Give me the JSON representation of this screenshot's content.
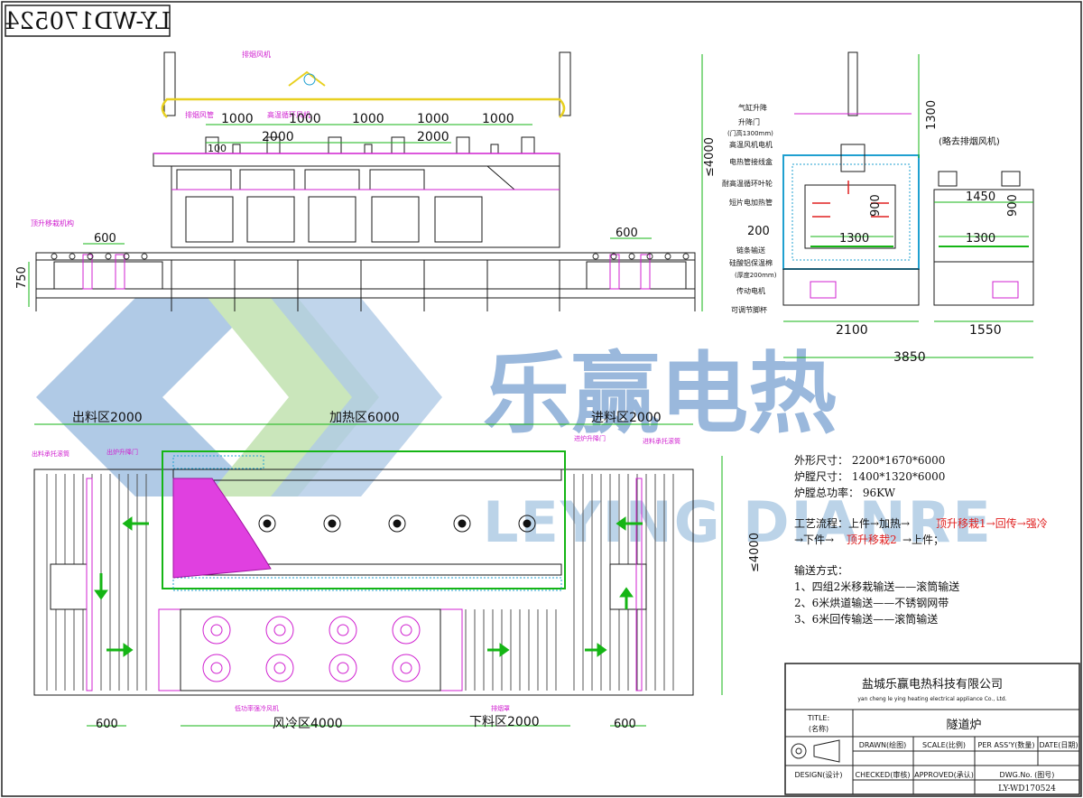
{
  "drawing_no_flipped": "LY-WD170524",
  "colors": {
    "line": "#1a1a1a",
    "dim": "#15b515",
    "magenta": "#d020d0",
    "watermark_blue": "#8fb0d8",
    "watermark_green": "#b8e0a8",
    "red_text": "#e02020"
  },
  "watermark": {
    "cn": "乐赢电热",
    "en": "LEYING DIANRE"
  },
  "front_view": {
    "exhaust_fan": "排烟风机",
    "exhaust_duct": "排烟风管",
    "circ_fan": "高温循环风机",
    "lift_mech": "顶升移栽机构",
    "dims_top": [
      "1000",
      "1000",
      "1000",
      "1000",
      "1000"
    ],
    "dims_2000": [
      "2000",
      "2000"
    ],
    "dim_100": "100",
    "dim_600_left": "600",
    "dim_600_right": "600",
    "dim_750": "750"
  },
  "side_view": {
    "labels": [
      "气缸升降",
      "升降门",
      "(门高1300mm)",
      "高温风机电机",
      "电热管接线盒",
      "耐高温循环叶轮",
      "短片电加热管",
      "链条输送",
      "硅酸铝保温棉",
      "(厚度200mm)",
      "传动电机",
      "可调节脚杯"
    ],
    "note": "(略去排烟风机)",
    "dim_1300_v": "1300",
    "dim_4000": "≤4000",
    "dim_200": "200",
    "dim_1300_inner": "1300",
    "dim_900": "900",
    "dim_1450": "1450",
    "dim_900_b": "900",
    "dim_1300_b": "1300",
    "dim_2100": "2100",
    "dim_1550": "1550",
    "dim_3850": "3850"
  },
  "plan_view": {
    "zone_out": "出料区2000",
    "zone_heat": "加热区6000",
    "zone_in": "进料区2000",
    "zone_cool": "风冷区4000",
    "zone_unload": "下料区2000",
    "out_roller": "出料承托滚筒",
    "out_door": "出炉升降门",
    "in_door": "进炉升降门",
    "in_roller": "进料承托滚筒",
    "cool_fan": "低功率强冷风机",
    "exhaust_hood": "排烟罩",
    "dim_600_l": "600",
    "dim_600_r": "600",
    "dim_4000_v": "≤4000"
  },
  "specs": {
    "size": "外形尺寸： 2200*1670*6000",
    "chamber": "炉膛尺寸： 1400*1320*6000",
    "power": "炉膛总功率： 96KW",
    "process_a": "工艺流程：上件→加热→",
    "process_b": "顶升移栽1→回传→强冷",
    "process_c": "→下件→",
    "process_d": "顶升移栽2",
    "process_e": "→上件；",
    "convey_title": "输送方式：",
    "convey_1": "1、四组2米移栽输送——滚筒输送",
    "convey_2": "2、6米烘道输送——不锈钢网带",
    "convey_3": "3、6米回传输送——滚筒输送"
  },
  "title_block": {
    "company_cn": "盐城乐赢电热科技有限公司",
    "company_en": "yan cheng le ying heating electrical appliance Co., Ltd.",
    "title_label": "TITLE:",
    "title_label_cn": "(名称)",
    "title_value": "隧道炉",
    "drawn": "DRAWN(绘图)",
    "scale": "SCALE(比例)",
    "per_assy": "PER ASS'Y(数量)",
    "date": "DATE(日期)",
    "design": "DESIGN(设计)",
    "checked": "CHECKED(审核)",
    "approved": "APPROVED(承认)",
    "dwg_no": "DWG.No. (图号)",
    "dwg_value": "LY-WD170524"
  }
}
